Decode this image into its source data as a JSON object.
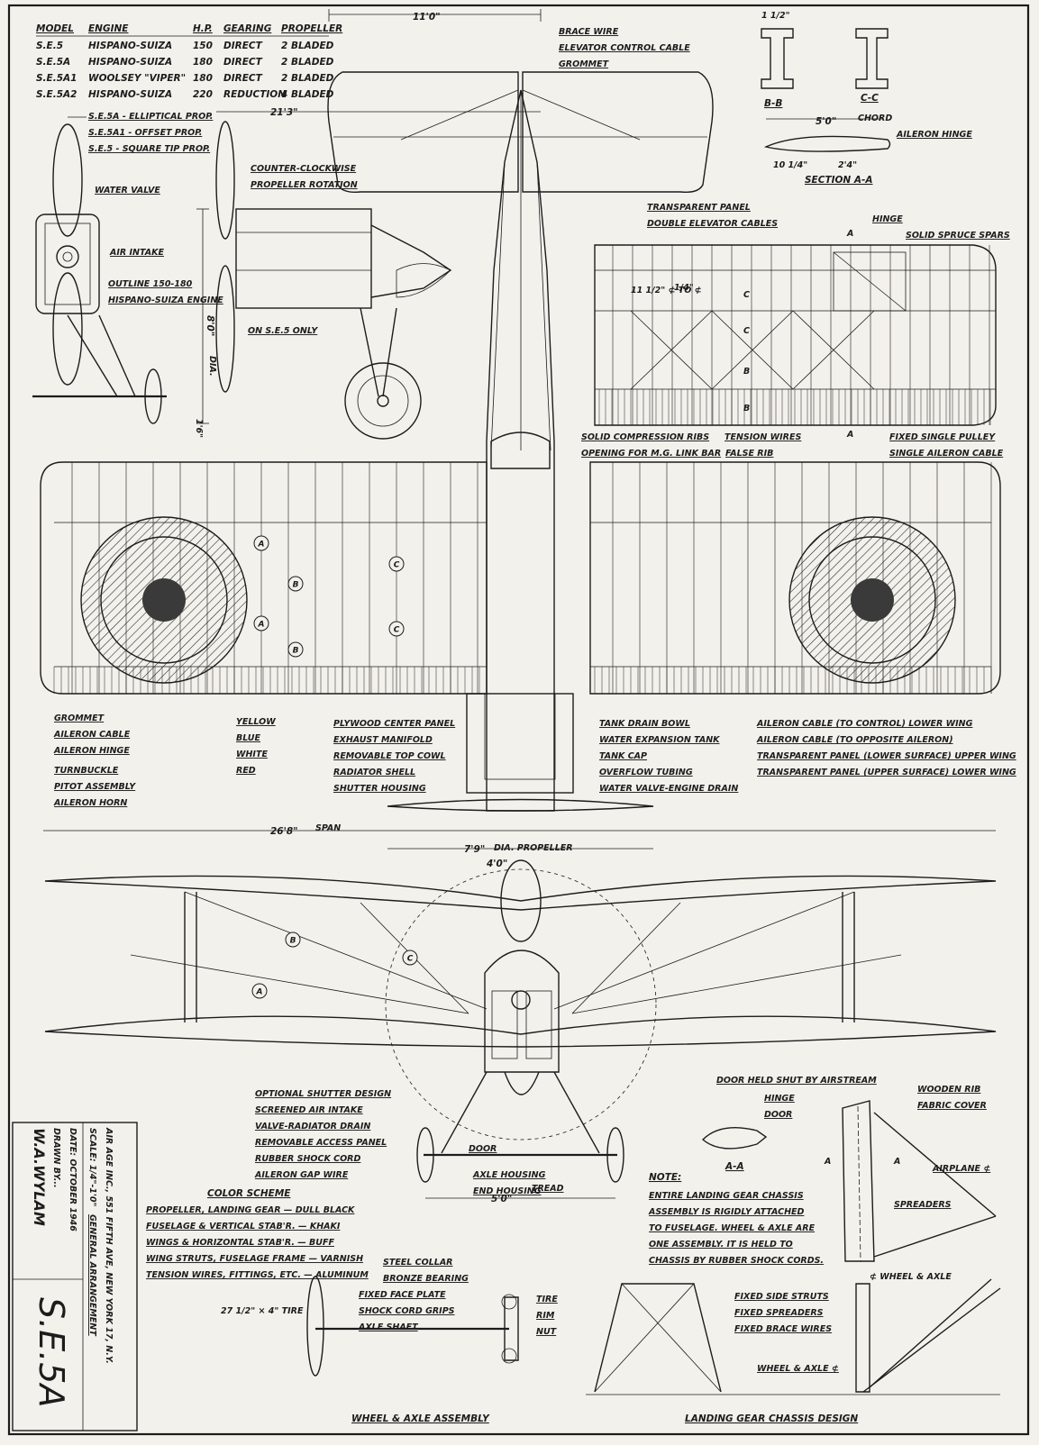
{
  "title": "S.E.5A",
  "title_block": {
    "publisher": "AIR AGE INC., 551 FIFTH AVE, NEW YORK 17, N.Y.",
    "scale": "SCALE: 1/4\"-1'0\"",
    "subtitle": "GENERAL ARRANGEMENT",
    "date": "DATE: OCTOBER 1946",
    "drawn_by_label": "DRAWN BY...",
    "drawn_by": "W.A.WYLAM"
  },
  "spec_table": {
    "headers": [
      "MODEL",
      "ENGINE",
      "H.P.",
      "GEARING",
      "PROPELLER"
    ],
    "rows": [
      [
        "S.E.5",
        "HISPANO-SUIZA",
        "150",
        "DIRECT",
        "2 BLADED"
      ],
      [
        "S.E.5A",
        "HISPANO-SUIZA",
        "180",
        "DIRECT",
        "2 BLADED"
      ],
      [
        "S.E.5A1",
        "WOOLSEY \"VIPER\"",
        "180",
        "DIRECT",
        "2 BLADED"
      ],
      [
        "S.E.5A2",
        "HISPANO-SUIZA",
        "220",
        "REDUCTION",
        "4 BLADED"
      ]
    ]
  },
  "dimensions": {
    "tailspan": "11'0\"",
    "length": "21'3\"",
    "height": "8'0\"",
    "wheel_base": "1'6\"",
    "rib_bay": "11 1/2\" ⊄ TO ⊄",
    "rib_quarter": "1/4\"",
    "spar_width": "1 1/2\"",
    "chord": "5'0\"",
    "chord_label": "CHORD",
    "sec_a": "10 1/4\"",
    "sec_b": "2'4\"",
    "span": "26'8\"",
    "span_label": "SPAN",
    "prop_dia": "7'9\"",
    "prop_dia_label": "DIA. PROPELLER",
    "gap": "4'0\"",
    "tread": "5'0\"",
    "tread_label": "TREAD",
    "tire": "27 1/2\" × 4\" TIRE",
    "dia": "DIA."
  },
  "section_labels": {
    "bb": "B-B",
    "cc": "C-C",
    "aa": "SECTION A-A",
    "aa2": "A-A",
    "a": "A",
    "b": "B",
    "c": "C"
  },
  "side_view_labels": {
    "prop_types": [
      "S.E.5A - ELLIPTICAL PROP.",
      "S.E.5A1 - OFFSET PROP.",
      "S.E.5 - SQUARE TIP PROP."
    ],
    "water_valve": "WATER VALVE",
    "air_intake": "AIR INTAKE",
    "rotation": [
      "COUNTER-CLOCKWISE",
      "PROPELLER ROTATION"
    ],
    "outline": [
      "OUTLINE 150-180",
      "HISPANO-SUIZA ENGINE"
    ],
    "se5_only": "ON S.E.5 ONLY"
  },
  "top_view_labels": {
    "brace_wire": "BRACE WIRE",
    "elevator_cable": "ELEVATOR CONTROL CABLE",
    "grommet": "GROMMET",
    "transparent_panel": "TRANSPARENT PANEL",
    "double_elevator": "DOUBLE ELEVATOR CABLES",
    "hinge": "HINGE",
    "spars": "SOLID SPRUCE SPARS",
    "compression_ribs": "SOLID COMPRESSION RIBS",
    "tension_wires": "TENSION WIRES",
    "fixed_pulley": "FIXED SINGLE PULLEY",
    "mg_link": "OPENING FOR M.G. LINK BAR",
    "false_rib": "FALSE RIB",
    "single_aileron_cable": "SINGLE AILERON CABLE",
    "aileron_hinge_top": "AILERON HINGE",
    "left_list": [
      "GROMMET",
      "AILERON CABLE",
      "AILERON HINGE",
      "TURNBUCKLE",
      "PITOT ASSEMBLY",
      "AILERON HORN"
    ],
    "roundel": [
      "YELLOW",
      "BLUE",
      "WHITE",
      "RED"
    ],
    "center_list": [
      "PLYWOOD CENTER PANEL",
      "EXHAUST MANIFOLD",
      "REMOVABLE TOP COWL",
      "RADIATOR SHELL",
      "SHUTTER HOUSING"
    ],
    "right_list": [
      "TANK DRAIN BOWL",
      "WATER EXPANSION TANK",
      "TANK CAP",
      "OVERFLOW TUBING",
      "WATER VALVE-ENGINE DRAIN"
    ],
    "wing_list": [
      "AILERON CABLE (TO CONTROL) LOWER WING",
      "AILERON CABLE (TO OPPOSITE AILERON)",
      "TRANSPARENT PANEL (LOWER SURFACE) UPPER WING",
      "TRANSPARENT PANEL (UPPER SURFACE) LOWER WING"
    ]
  },
  "front_view_labels": {
    "left_list": [
      "OPTIONAL SHUTTER DESIGN",
      "SCREENED AIR INTAKE",
      "VALVE-RADIATOR DRAIN",
      "REMOVABLE ACCESS PANEL",
      "RUBBER SHOCK CORD",
      "AILERON GAP WIRE"
    ],
    "door": "DOOR",
    "axle_housing": "AXLE HOUSING",
    "end_housing": "END HOUSING"
  },
  "color_scheme": {
    "title": "COLOR SCHEME",
    "items": [
      "PROPELLER, LANDING GEAR — DULL BLACK",
      "FUSELAGE & VERTICAL STAB'R. — KHAKI",
      "WINGS & HORIZONTAL STAB'R. — BUFF",
      "WING STRUTS, FUSELAGE FRAME — VARNISH",
      "TENSION WIRES, FITTINGS, ETC. — ALUMINUM"
    ]
  },
  "door_detail": {
    "title": "DOOR HELD SHUT BY AIRSTREAM",
    "hinge": "HINGE",
    "door": "DOOR"
  },
  "strut_detail": {
    "wooden_rib": "WOODEN RIB",
    "fabric_cover": "FABRIC COVER",
    "airplane": "AIRPLANE ⊄",
    "spreaders": "SPREADERS",
    "wheel_axle": "⊄ WHEEL & AXLE"
  },
  "note": {
    "heading": "NOTE:",
    "lines": [
      "ENTIRE LANDING GEAR CHASSIS",
      "ASSEMBLY IS RIGIDLY ATTACHED",
      "TO FUSELAGE. WHEEL & AXLE ARE",
      "ONE ASSEMBLY. IT IS HELD TO",
      "CHASSIS BY RUBBER SHOCK CORDS."
    ]
  },
  "wheel_assembly": {
    "title": "WHEEL & AXLE ASSEMBLY",
    "left": [
      "STEEL COLLAR",
      "BRONZE BEARING",
      "FIXED FACE PLATE",
      "SHOCK CORD GRIPS",
      "AXLE SHAFT"
    ],
    "right": [
      "TIRE",
      "RIM",
      "NUT"
    ]
  },
  "chassis_design": {
    "title": "LANDING GEAR CHASSIS DESIGN",
    "items": [
      "FIXED SIDE STRUTS",
      "FIXED SPREADERS",
      "FIXED BRACE WIRES"
    ],
    "wheel_axle": "WHEEL & AXLE ⊄"
  },
  "wire_markers": [
    "A",
    "B",
    "C"
  ]
}
